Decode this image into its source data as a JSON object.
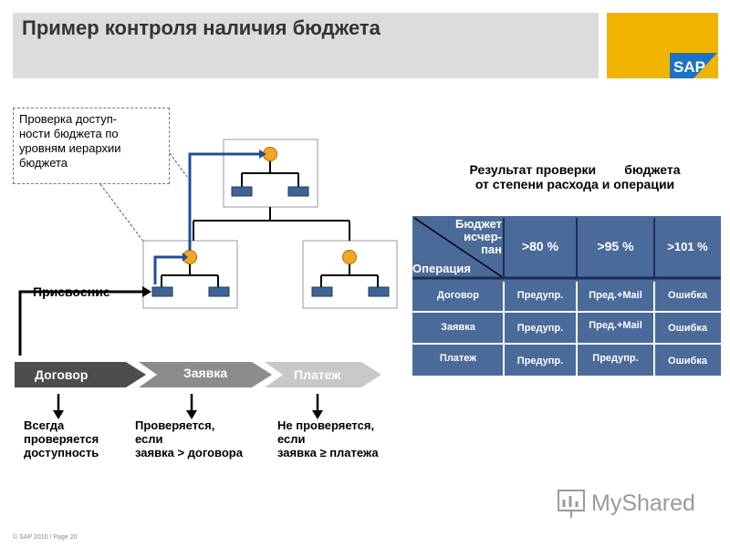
{
  "header": {
    "title": "Пример контроля наличия бюджета",
    "logo_text": "SAP"
  },
  "callout": {
    "text": "Проверка доступ-\nности бюджета по\nуровням иерархии\nбюджета"
  },
  "assign_label": "Присвоение",
  "result": {
    "title_line1": "Результат проверки        бюджета",
    "title_line2": "от степени расхода и операции"
  },
  "matrix": {
    "corner_top": "Бюджет\nисчер-\nпан",
    "corner_bottom": "Операция",
    "columns": [
      ">80 %",
      ">95 %",
      ">101 %"
    ],
    "rows": [
      {
        "name": "Договор",
        "cells": [
          "Предупр.",
          "Пред.+Mail",
          "Ошибка"
        ]
      },
      {
        "name": "Заявка",
        "cells": [
          "Предупр.",
          "Пред.+Mail",
          "Ошибка"
        ]
      },
      {
        "name": "Платеж",
        "cells": [
          "Предупр.",
          "Предупр.",
          "Ошибка"
        ]
      }
    ]
  },
  "process": {
    "stages": [
      "Договор",
      "Заявка",
      "Платеж"
    ],
    "descriptions": [
      "Всегда\nпроверяется\nдоступность",
      "Проверяется,\nесли\nзаявка > договора",
      "Не проверяется,\nесли\nзаявка ≥ платежа"
    ]
  },
  "footer": "© SAP 2010 / Page 20",
  "watermark": "MyShared",
  "colors": {
    "title_bg": "#dcdcdc",
    "sap_yellow": "#f0b400",
    "matrix_bg": "#4a6a9a",
    "node_orange": "#f5a623",
    "leaf_blue": "#3e6494",
    "arrow_blue": "#1f4e9a",
    "stage_dark": "#4d4d4d",
    "stage_mid": "#8c8c8c",
    "stage_light": "#c8c8c8"
  }
}
